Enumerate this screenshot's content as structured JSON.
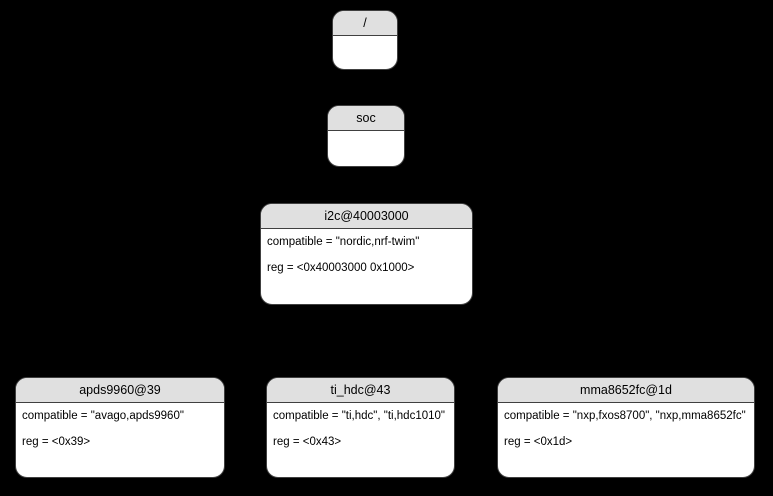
{
  "diagram": {
    "background_color": "#000000",
    "node_header_color": "#e0e0e0",
    "node_body_color": "#ffffff",
    "node_border_color": "#404040",
    "node_text_color": "#000000",
    "nodes": [
      {
        "title": "/",
        "properties": []
      },
      {
        "title": "soc",
        "properties": []
      },
      {
        "title": "i2c@40003000",
        "properties": [
          "compatible = \"nordic,nrf-twim\"",
          "reg = <0x40003000 0x1000>"
        ]
      },
      {
        "title": "apds9960@39",
        "properties": [
          "compatible = \"avago,apds9960\"",
          "reg = <0x39>"
        ]
      },
      {
        "title": "ti_hdc@43",
        "properties": [
          "compatible = \"ti,hdc\", \"ti,hdc1010\"",
          "reg = <0x43>"
        ]
      },
      {
        "title": "mma8652fc@1d",
        "properties": [
          "compatible = \"nxp,fxos8700\", \"nxp,mma8652fc\"",
          "reg = <0x1d>"
        ]
      }
    ]
  }
}
